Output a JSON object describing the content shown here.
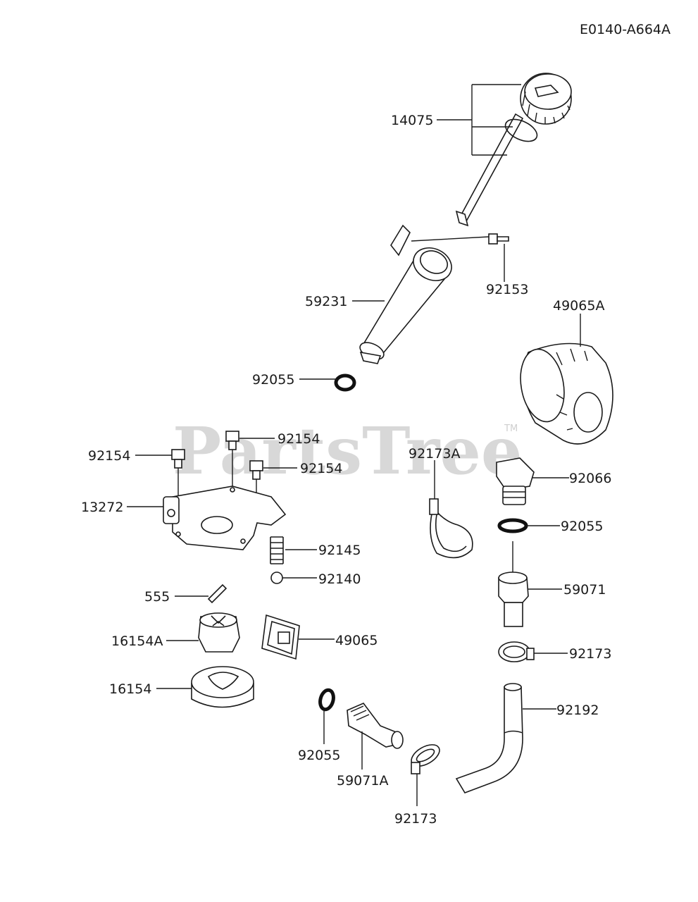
{
  "diagram_code": "E0140-A664A",
  "watermark": "PartsTree",
  "watermark_tm": "TM",
  "parts": [
    {
      "key": "p14075",
      "label": "14075"
    },
    {
      "key": "p92153",
      "label": "92153"
    },
    {
      "key": "p59231",
      "label": "59231"
    },
    {
      "key": "p49065A",
      "label": "49065A"
    },
    {
      "key": "p92055a",
      "label": "92055"
    },
    {
      "key": "p92154a",
      "label": "92154"
    },
    {
      "key": "p92154b",
      "label": "92154"
    },
    {
      "key": "p92154c",
      "label": "92154"
    },
    {
      "key": "p92173A",
      "label": "92173A"
    },
    {
      "key": "p92066",
      "label": "92066"
    },
    {
      "key": "p13272",
      "label": "13272"
    },
    {
      "key": "p92055b",
      "label": "92055"
    },
    {
      "key": "p92145",
      "label": "92145"
    },
    {
      "key": "p92140",
      "label": "92140"
    },
    {
      "key": "p59071",
      "label": "59071"
    },
    {
      "key": "p555",
      "label": "555"
    },
    {
      "key": "p16154A",
      "label": "16154A"
    },
    {
      "key": "p49065",
      "label": "49065"
    },
    {
      "key": "p92173a",
      "label": "92173"
    },
    {
      "key": "p16154",
      "label": "16154"
    },
    {
      "key": "p92192",
      "label": "92192"
    },
    {
      "key": "p92055c",
      "label": "92055"
    },
    {
      "key": "p59071A",
      "label": "59071A"
    },
    {
      "key": "p92173b",
      "label": "92173"
    }
  ]
}
